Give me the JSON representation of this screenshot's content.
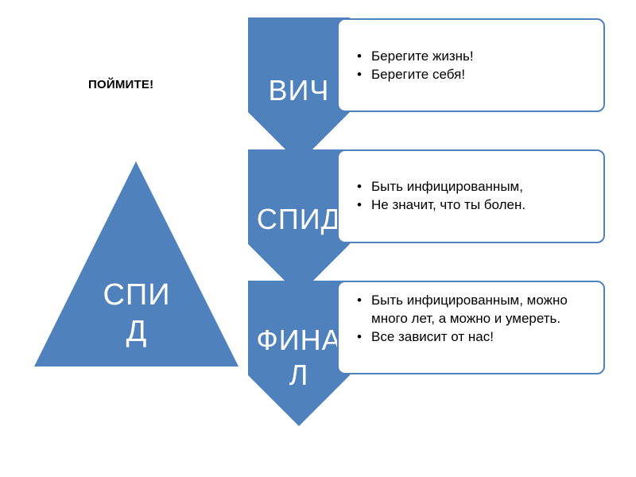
{
  "title": "ПОЙМИТЕ!",
  "colors": {
    "shape_fill": "#4f81bd",
    "card_border": "#4f81bd",
    "shape_text": "#ffffff",
    "body_text": "#000000"
  },
  "triangle": {
    "lines": [
      "СПИ",
      "Д"
    ]
  },
  "steps": [
    {
      "label_lines": [
        "ВИЧ"
      ],
      "bullets": [
        "Берегите жизнь!",
        "Берегите себя!"
      ]
    },
    {
      "label_lines": [
        "СПИД"
      ],
      "bullets": [
        "Быть инфицированным,",
        "Не значит, что ты болен."
      ]
    },
    {
      "label_lines": [
        "ФИНА",
        "Л"
      ],
      "bullets": [
        "Быть  инфицированным, можно много лет, а можно и умереть.",
        "Все зависит от нас!"
      ]
    }
  ]
}
